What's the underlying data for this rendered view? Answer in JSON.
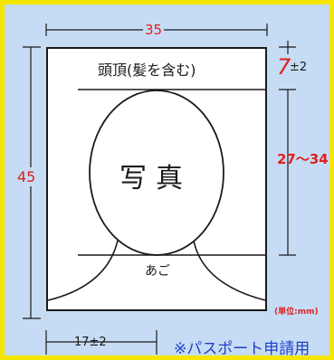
{
  "diagram": {
    "photo_width": "35",
    "photo_height": "45",
    "crown_label": "頭頂(髪を含む)",
    "photo_label": "写真",
    "chin_label": "あご",
    "top_margin_value": "7",
    "top_margin_tolerance": "±2",
    "face_height_range": "27〜34",
    "unit_note": "(単位:mm)",
    "side_margin": "17±2",
    "bottom_note": "※パスポート申請用"
  },
  "colors": {
    "frame_yellow": "#f5e600",
    "background_blue": "#c6dcf4",
    "accent_red": "#e0201e",
    "note_blue": "#1e40c8"
  }
}
